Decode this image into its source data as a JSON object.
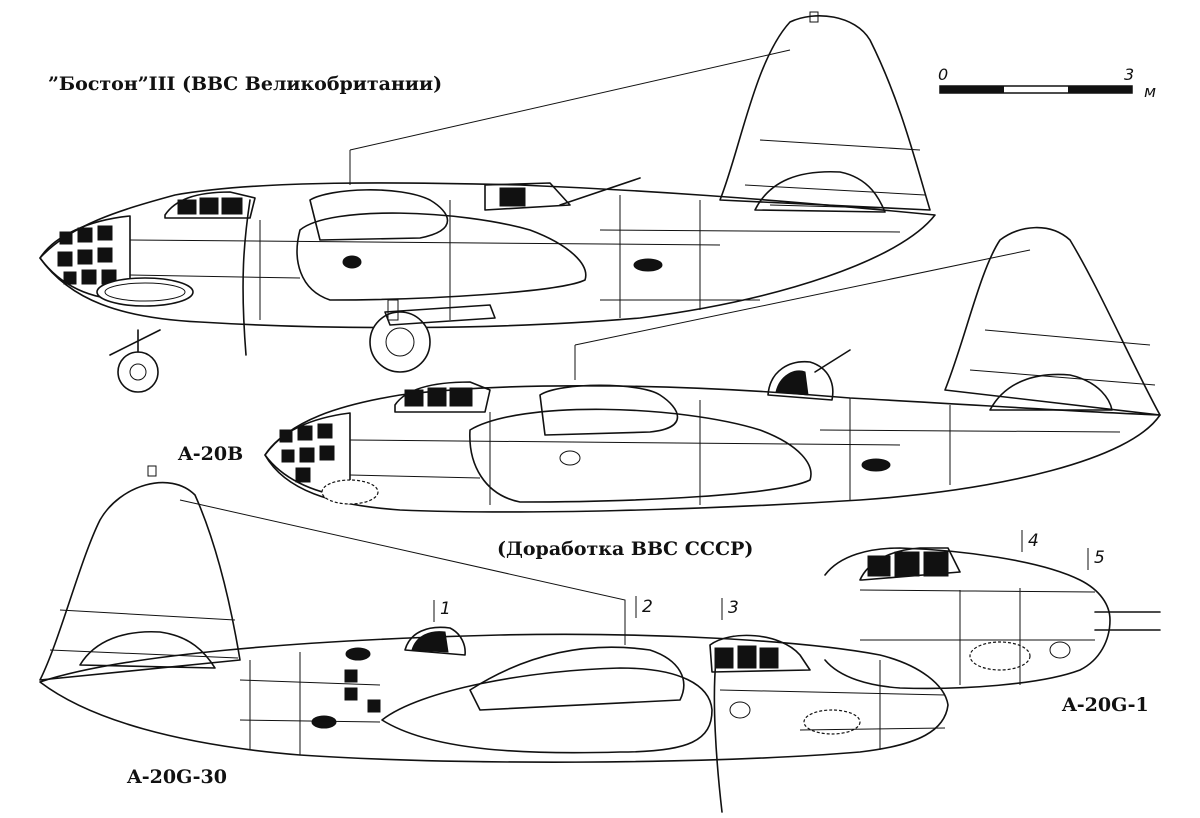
{
  "title": "”Бостон”III  (ВВС Великобритании)",
  "variants": {
    "a20b": "A-20B",
    "a20b_note": "(Доработка ВВС СССР)",
    "a20g30": "A-20G-30",
    "a20g1": "A-20G-1"
  },
  "scale": {
    "start": "0",
    "end": "3",
    "unit": "м"
  },
  "callouts": [
    "1",
    "2",
    "3",
    "4",
    "5"
  ]
}
